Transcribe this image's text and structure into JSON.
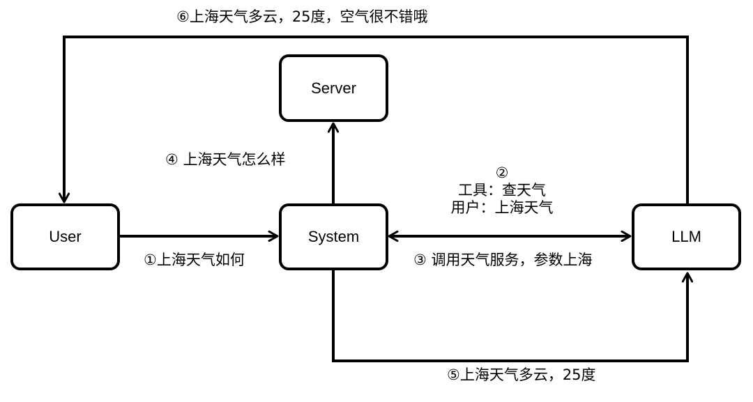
{
  "nodes": {
    "user": "User",
    "system": "System",
    "server": "Server",
    "llm": "LLM"
  },
  "edges": {
    "e1": "①上海天气如何",
    "e2_num": "②",
    "e2_line1": "工具：查天气",
    "e2_line2": "用户：上海天气",
    "e3": "③ 调用天气服务，参数上海",
    "e4": "④ 上海天气怎么样",
    "e5": "⑤上海天气多云，25度",
    "e6": "⑥上海天气多云，25度，空气很不错哦"
  },
  "colors": {
    "stroke": "#000000",
    "background": "#ffffff"
  }
}
